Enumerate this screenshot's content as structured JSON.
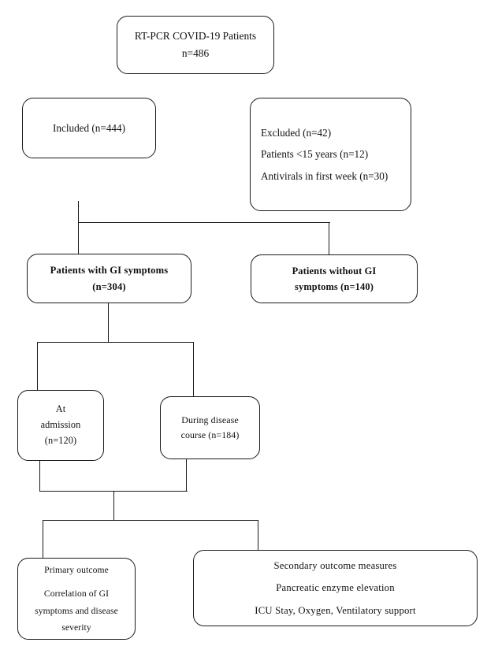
{
  "diagram": {
    "title": "COVID-19 GI symptoms study flowchart",
    "type": "flowchart",
    "ink_color": "#1a1a1a",
    "background": "#ffffff"
  },
  "nodes": {
    "source": {
      "name": "rt-pcr-source",
      "lines": [
        "RT-PCR COVID-19 Patients",
        "n=486"
      ],
      "count": 486
    },
    "included": {
      "name": "included",
      "lines": [
        "Included (n=444)"
      ],
      "count": 444
    },
    "excluded": {
      "name": "excluded",
      "lines": [
        "Excluded (n=42)",
        "Patients <15 years (n=12)",
        "Antivirals in first week (n=30)"
      ],
      "count": 42
    },
    "with_gi": {
      "name": "patients-with-gi-symptoms",
      "lines": [
        "Patients with GI symptoms",
        "(n=304)"
      ],
      "count": 304
    },
    "without_gi": {
      "name": "patients-without-gi-symptoms",
      "lines": [
        "Patients without GI",
        "symptoms (n=140)"
      ],
      "count": 140
    },
    "at_admission": {
      "name": "at-admission",
      "lines": [
        "At",
        "admission",
        "(n=120)"
      ],
      "count": 120
    },
    "during_course": {
      "name": "during-disease-course",
      "lines": [
        "During disease",
        "course (n=184)"
      ],
      "count": 184
    },
    "primary_outcome": {
      "name": "primary-outcome",
      "lines": [
        "Primary outcome",
        "Correlation of GI",
        "symptoms and disease",
        "severity"
      ]
    },
    "secondary_outcome": {
      "name": "secondary-outcome-measures",
      "lines": [
        "Secondary outcome measures",
        "Pancreatic enzyme elevation",
        "ICU Stay, Oxygen, Ventilatory support"
      ]
    }
  }
}
